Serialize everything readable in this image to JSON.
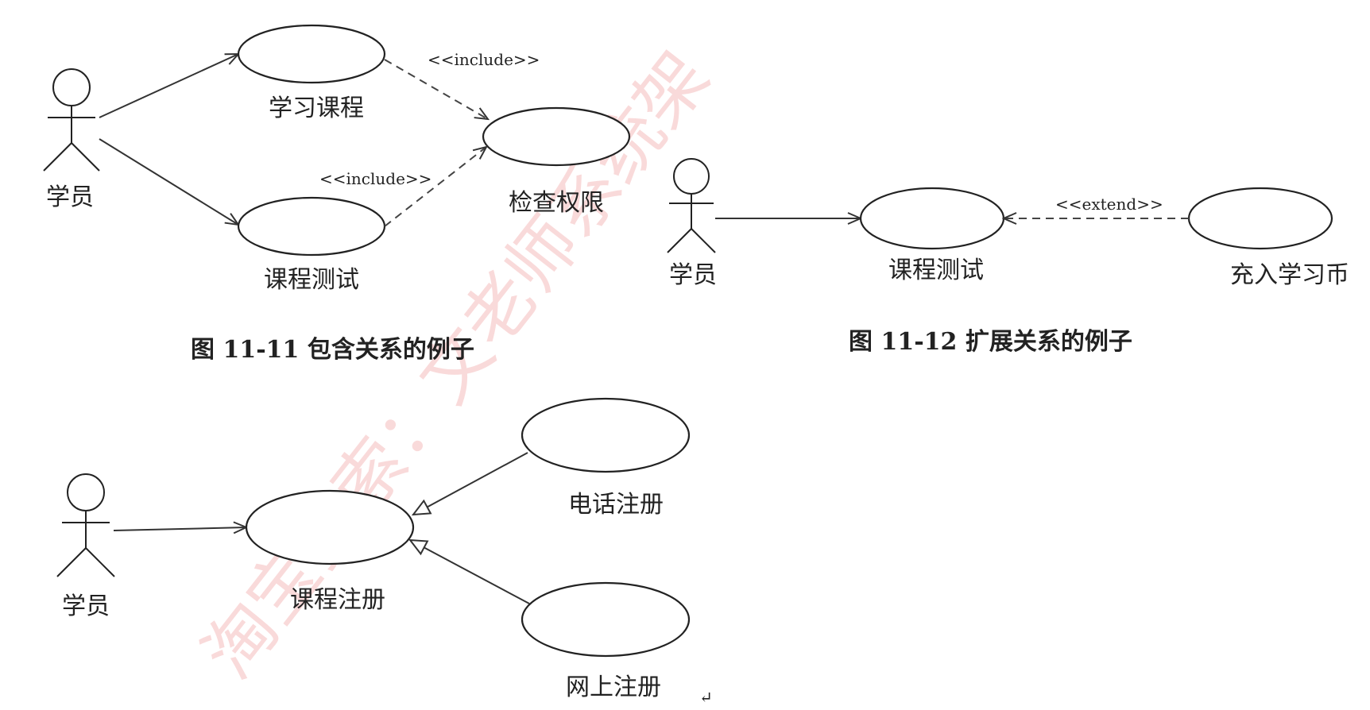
{
  "fig1": {
    "actor": "学员",
    "uc_study": "学习课程",
    "uc_test": "课程测试",
    "uc_check": "检查权限",
    "include_top": "<<include>>",
    "include_bottom": "<<include>>",
    "caption": "图 11-11  包含关系的例子"
  },
  "fig2": {
    "actor": "学员",
    "uc_test": "课程测试",
    "uc_recharge": "充入学习币",
    "extend": "<<extend>>",
    "caption": "图 11-12  扩展关系的例子"
  },
  "fig3": {
    "actor": "学员",
    "uc_register": "课程注册",
    "uc_phone": "电话注册",
    "uc_online": "网上注册",
    "paragraph_mark": "↵"
  },
  "watermark": {
    "text": "淘宝搜索：文老师系统架"
  },
  "colors": {
    "watermark": "#e23a3a",
    "stroke": "#222222"
  }
}
